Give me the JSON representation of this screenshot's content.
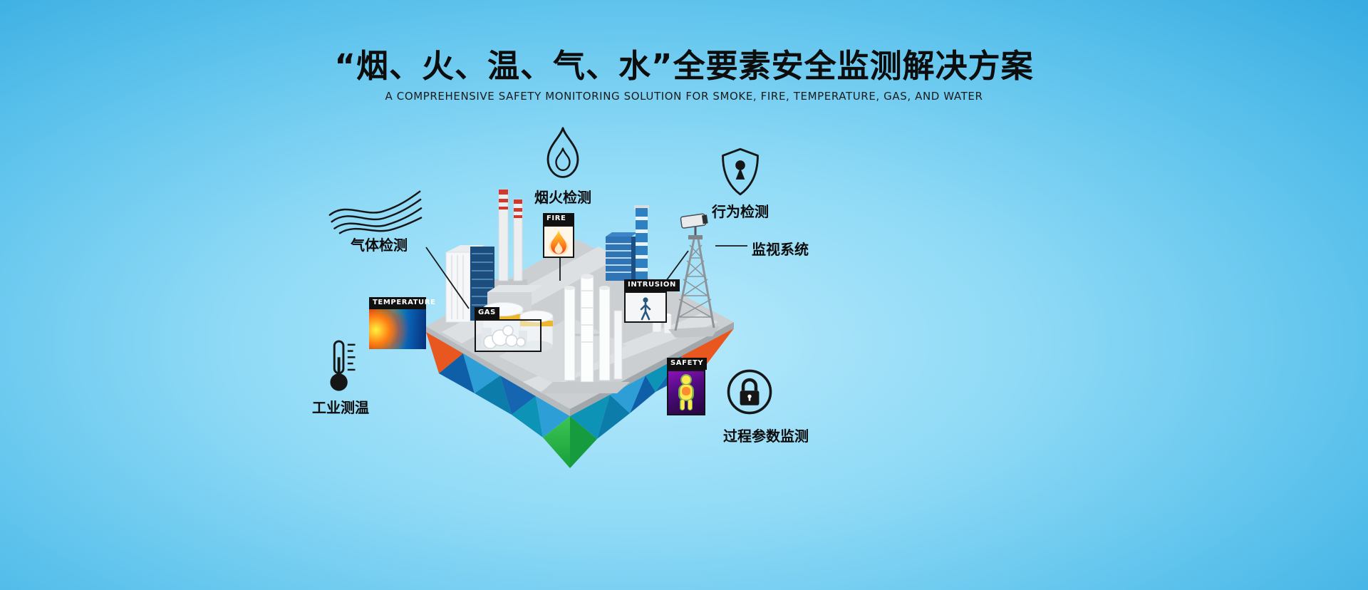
{
  "page": {
    "title": "“烟、火、温、气、水”全要素安全监测解决方案",
    "subtitle": "A COMPREHENSIVE SAFETY MONITORING SOLUTION FOR SMOKE, FIRE, TEMPERATURE, GAS, AND WATER"
  },
  "annotations": {
    "smoke_fire": "烟火检测",
    "behavior": "行为检测",
    "surveillance": "监视系统",
    "gas": "气体检测",
    "temperature": "工业测温",
    "process_params": "过程参数监测"
  },
  "callouts": {
    "fire": "FIRE",
    "temperature": "TEMPERATURE",
    "gas": "GAS",
    "intrusion": "INTRUSION",
    "safety": "SAFETY"
  },
  "colors": {
    "background_top": "#36abe1",
    "background_center": "#b9eafc",
    "title_text": "#0d0d0d",
    "island_orange": "#e8571f",
    "island_blue": "#1565b0",
    "island_green": "#2db84b",
    "callout_label_bg": "#101010"
  }
}
